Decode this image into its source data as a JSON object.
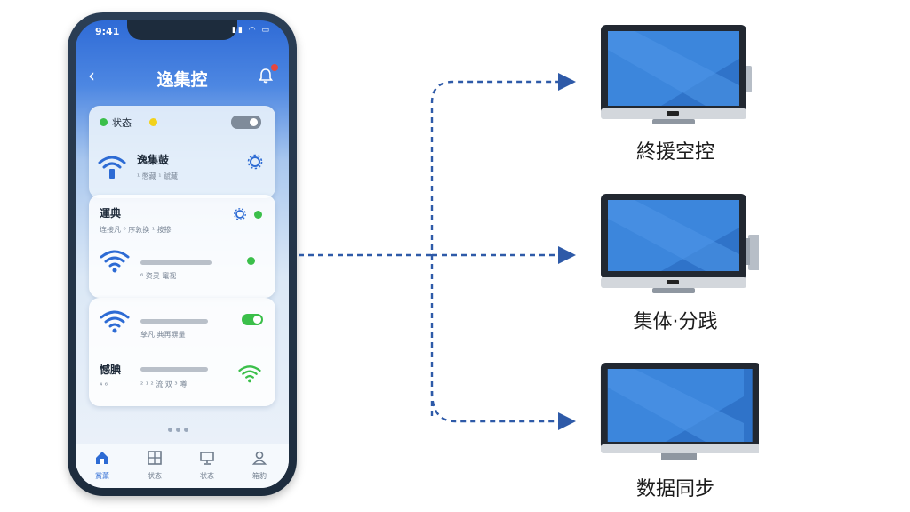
{
  "phone": {
    "status_time": "9:41",
    "app_title": "逸集控",
    "card_top": {
      "status_label": "状态",
      "device_name": "逸集鼓",
      "device_sub": "¹ 憋藏    ¹ 赋藏"
    },
    "card_mid": {
      "title": "運典",
      "sub": "连接凡    ⁰ 序敦换 ¹ 按掺",
      "wifi_sub": "⁶ 资灵 竃视"
    },
    "card_low": {
      "row1_sub": "孳凡 典再塀量",
      "row2_title": "憾腆",
      "row2_sub": "⁴ ⁶",
      "row2_sub2": "²  ¹   ² 流 双 ³ 噂"
    },
    "tabs": [
      {
        "label": "賞薫",
        "icon": "home-icon"
      },
      {
        "label": "状态",
        "icon": "grid-icon"
      },
      {
        "label": "状态",
        "icon": "monitor-icon"
      },
      {
        "label": "箱豹",
        "icon": "user-icon"
      }
    ]
  },
  "devices": [
    {
      "label": "終援空控",
      "icon": "monitor-icon"
    },
    {
      "label": "集体·分践",
      "icon": "monitor-icon"
    },
    {
      "label": "数据同步",
      "icon": "monitor-icon"
    }
  ],
  "colors": {
    "accent_blue": "#2d6bd4",
    "status_green": "#3bbf4a",
    "status_yellow": "#f2d21c",
    "wire_blue": "#2e5aa8",
    "screen_blue": "#2f73c9"
  }
}
